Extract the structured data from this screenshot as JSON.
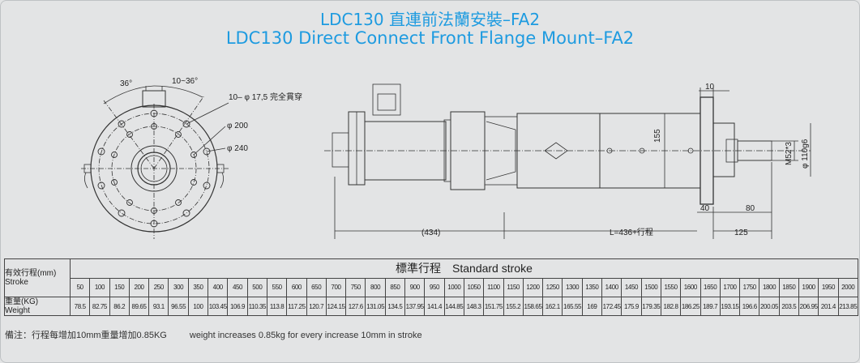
{
  "title": {
    "zh": "LDC130 直連前法蘭安裝–FA2",
    "en": "LDC130 Direct Connect Front Flange Mount–FA2"
  },
  "drawing": {
    "angle1": "36°",
    "angle2": "10~36°",
    "hole_note": "10– φ 17,5 完全貫穿",
    "dia_200": "φ 200",
    "dia_240": "φ 240",
    "dim_10": "10",
    "dim_155": "155",
    "dim_m52": "M52*3",
    "dim_110": "φ 110g6",
    "dim_40": "40",
    "dim_80": "80",
    "dim_434": "(434)",
    "dim_L": "L=436+行程",
    "dim_125": "125"
  },
  "table": {
    "label_stroke": [
      "有效行程(mm)",
      "Stroke"
    ],
    "label_weight": [
      "重量(KG)",
      "Weight"
    ],
    "header": "標準行程　Standard stroke",
    "strokes": [
      "50",
      "100",
      "150",
      "200",
      "250",
      "300",
      "350",
      "400",
      "450",
      "500",
      "550",
      "600",
      "650",
      "700",
      "750",
      "800",
      "850",
      "900",
      "950",
      "1000",
      "1050",
      "1100",
      "1150",
      "1200",
      "1250",
      "1300",
      "1350",
      "1400",
      "1450",
      "1500",
      "1550",
      "1600",
      "1650",
      "1700",
      "1750",
      "1800",
      "1850",
      "1900",
      "1950",
      "2000"
    ],
    "weights": [
      "78.5",
      "82.75",
      "86.2",
      "89.65",
      "93.1",
      "96.55",
      "100",
      "103.45",
      "106.9",
      "110.35",
      "113.8",
      "117.25",
      "120.7",
      "124.15",
      "127.6",
      "131.05",
      "134.5",
      "137.95",
      "141.4",
      "144.85",
      "148.3",
      "151.75",
      "155.2",
      "158.65",
      "162.1",
      "165.55",
      "169",
      "172.45",
      "175.9",
      "179.35",
      "182.8",
      "186.25",
      "189.7",
      "193.15",
      "196.6",
      "200.05",
      "203.5",
      "206.95",
      "201.4",
      "213.85"
    ]
  },
  "note": {
    "zh": "備注：行程每增加10mm重量增加0.85KG",
    "en": "weight increases 0.85kg for every increase 10mm in stroke"
  },
  "colors": {
    "title": "#1e9be0",
    "background": "#e3e4e5",
    "line": "#333333"
  }
}
